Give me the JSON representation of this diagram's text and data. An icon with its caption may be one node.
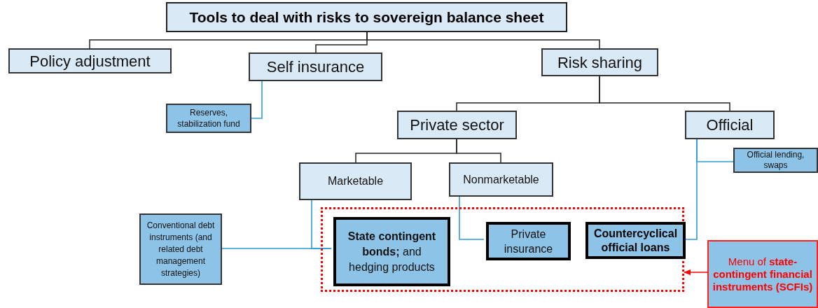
{
  "diagram": {
    "nodes": [
      {
        "text": [
          "Tools to deal with risks to sovereign balance sheet"
        ]
      },
      {
        "text": [
          "Policy adjustment"
        ]
      },
      {
        "text": [
          "Self insurance"
        ]
      },
      {
        "text": [
          "Risk sharing"
        ]
      },
      {
        "text": [
          "Reserves, stabilization fund"
        ]
      },
      {
        "text": [
          "Private sector"
        ]
      },
      {
        "text": [
          "Official"
        ]
      },
      {
        "text": [
          "Official lending, swaps"
        ]
      },
      {
        "text": [
          "Marketable"
        ]
      },
      {
        "text": [
          "Nonmarketable"
        ]
      },
      {
        "text": [
          "Conventional debt instruments (and related debt management strategies)"
        ]
      },
      {
        "text": [],
        "shape": "box"
      },
      {
        "text": [
          "**State contingent bonds;** and hedging products"
        ],
        "in": 11
      },
      {
        "text": [
          "Private insurance"
        ],
        "in": 11
      },
      {
        "text": [
          "Countercyclical official loans"
        ],
        "in": 11
      },
      {
        "text": [
          "Menu of **state-contingent financial instruments (SCFIs)**"
        ]
      }
    ],
    "edges": [
      {
        "from": 0,
        "to": 1,
        "arrow": "none"
      },
      {
        "from": 0,
        "to": 2,
        "arrow": "none"
      },
      {
        "from": 0,
        "to": 3,
        "arrow": "none"
      },
      {
        "from": 2,
        "to": 4,
        "arrow": "none",
        "color": "#2e9bd6"
      },
      {
        "from": 3,
        "to": 5,
        "arrow": "none"
      },
      {
        "from": 3,
        "to": 6,
        "arrow": "none"
      },
      {
        "from": 5,
        "to": 8,
        "arrow": "none"
      },
      {
        "from": 5,
        "to": 9,
        "arrow": "none"
      },
      {
        "from": 8,
        "to": 12,
        "arrow": "none",
        "color": "#2e9bd6"
      },
      {
        "from": 10,
        "to": 12,
        "arrow": "none",
        "color": "#2e9bd6"
      },
      {
        "from": 9,
        "to": 13,
        "arrow": "none",
        "color": "#2e9bd6"
      },
      {
        "from": 6,
        "to": 7,
        "arrow": "none",
        "color": "#2e9bd6"
      },
      {
        "from": 6,
        "to": 14,
        "arrow": "none",
        "color": "#2e9bd6"
      },
      {
        "from": 15,
        "to": 11,
        "arrow": "to",
        "color": "#ff0000"
      }
    ]
  }
}
